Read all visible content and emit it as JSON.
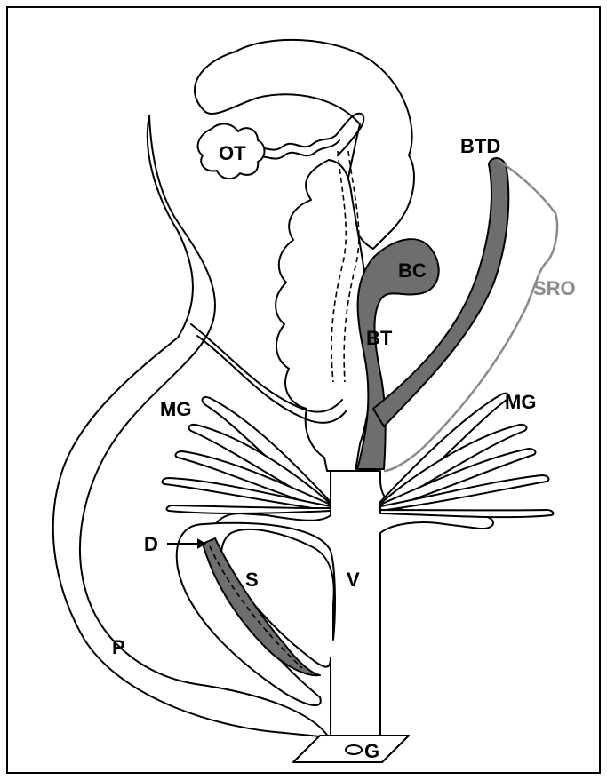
{
  "labels": {
    "ot": "OT",
    "btd": "BTD",
    "bc": "BC",
    "sro": "SRO",
    "bt": "BT",
    "mg_left": "MG",
    "mg_right": "MG",
    "d": "D",
    "s": "S",
    "v": "V",
    "p": "P",
    "g": "G"
  },
  "colors": {
    "dark_structure": "#6e6e6e",
    "sro_line": "#8a8a8a",
    "outline": "#000000",
    "background": "#ffffff"
  }
}
